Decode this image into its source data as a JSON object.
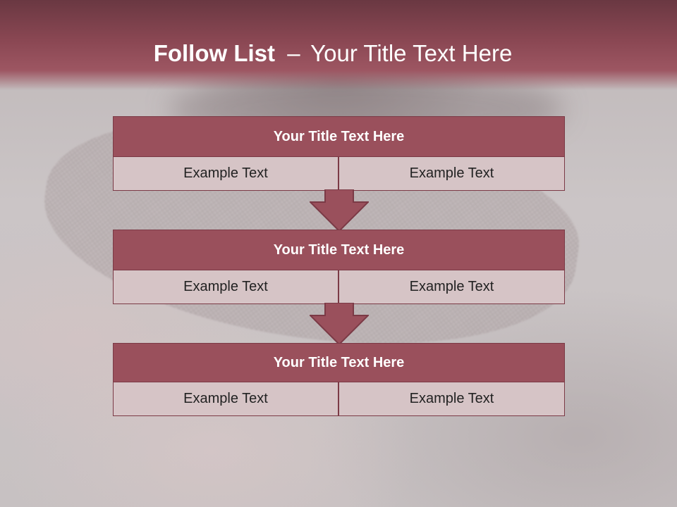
{
  "slide": {
    "title_bold": "Follow List",
    "title_dash": "–",
    "title_rest": "Your Title Text Here"
  },
  "blocks": [
    {
      "title": "Your Title Text Here",
      "left": "Example Text",
      "right": "Example Text"
    },
    {
      "title": "Your Title Text Here",
      "left": "Example Text",
      "right": "Example Text"
    },
    {
      "title": "Your Title Text Here",
      "left": "Example Text",
      "right": "Example Text"
    }
  ],
  "colors": {
    "header_dark": "#6a3842",
    "box_fill": "#9a505c",
    "cell_fill": "#d6c4c6",
    "border": "#7b3a46"
  }
}
